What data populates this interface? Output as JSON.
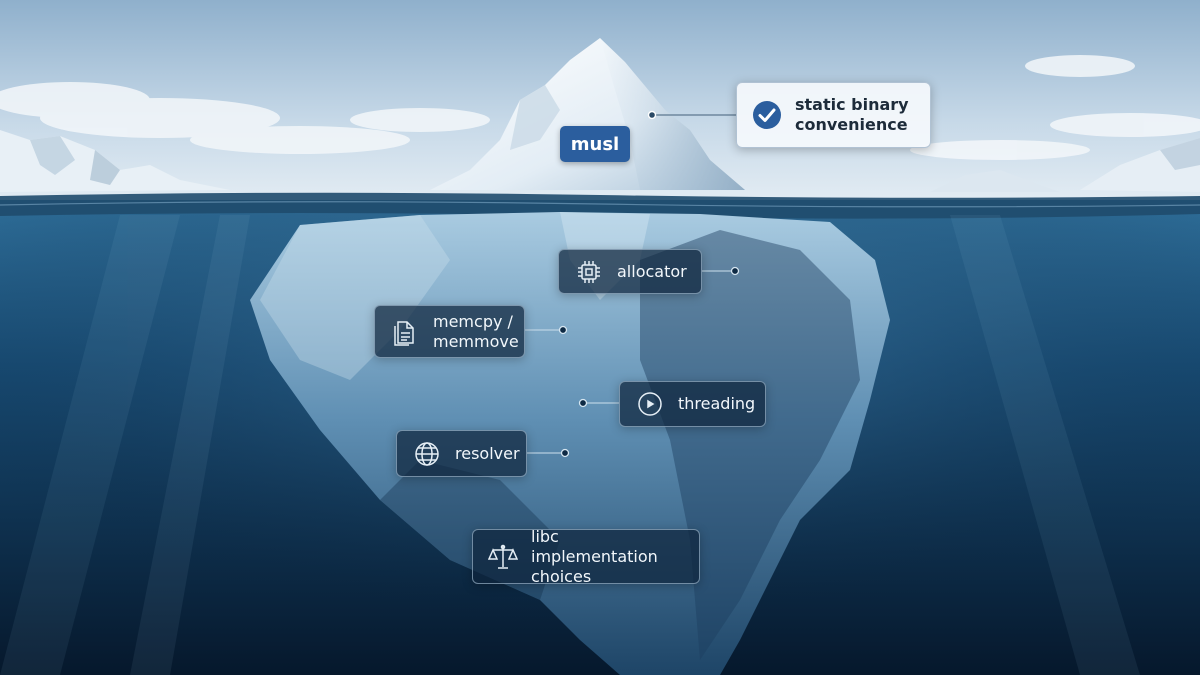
{
  "diagram": {
    "tip_label": "musl",
    "callouts": [
      {
        "id": "static",
        "text": "static binary\nconvenience",
        "icon": "checkmark-circle-icon",
        "level": "above-water"
      },
      {
        "id": "allocator",
        "text": "allocator",
        "icon": "chip-icon",
        "level": "underwater"
      },
      {
        "id": "memcpy",
        "text": "memcpy /\nmemmove",
        "icon": "document-icon",
        "level": "underwater"
      },
      {
        "id": "threading",
        "text": "threading",
        "icon": "thread-cycle-icon",
        "level": "underwater"
      },
      {
        "id": "resolver",
        "text": "resolver",
        "icon": "globe-icon",
        "level": "underwater"
      },
      {
        "id": "libc",
        "text": "libc implementation\nchoices",
        "icon": "scales-icon",
        "level": "deep"
      }
    ]
  },
  "colors": {
    "accent": "#2b5e9e",
    "water_deep": "#0a2038",
    "sky": "#c9dbe9"
  }
}
